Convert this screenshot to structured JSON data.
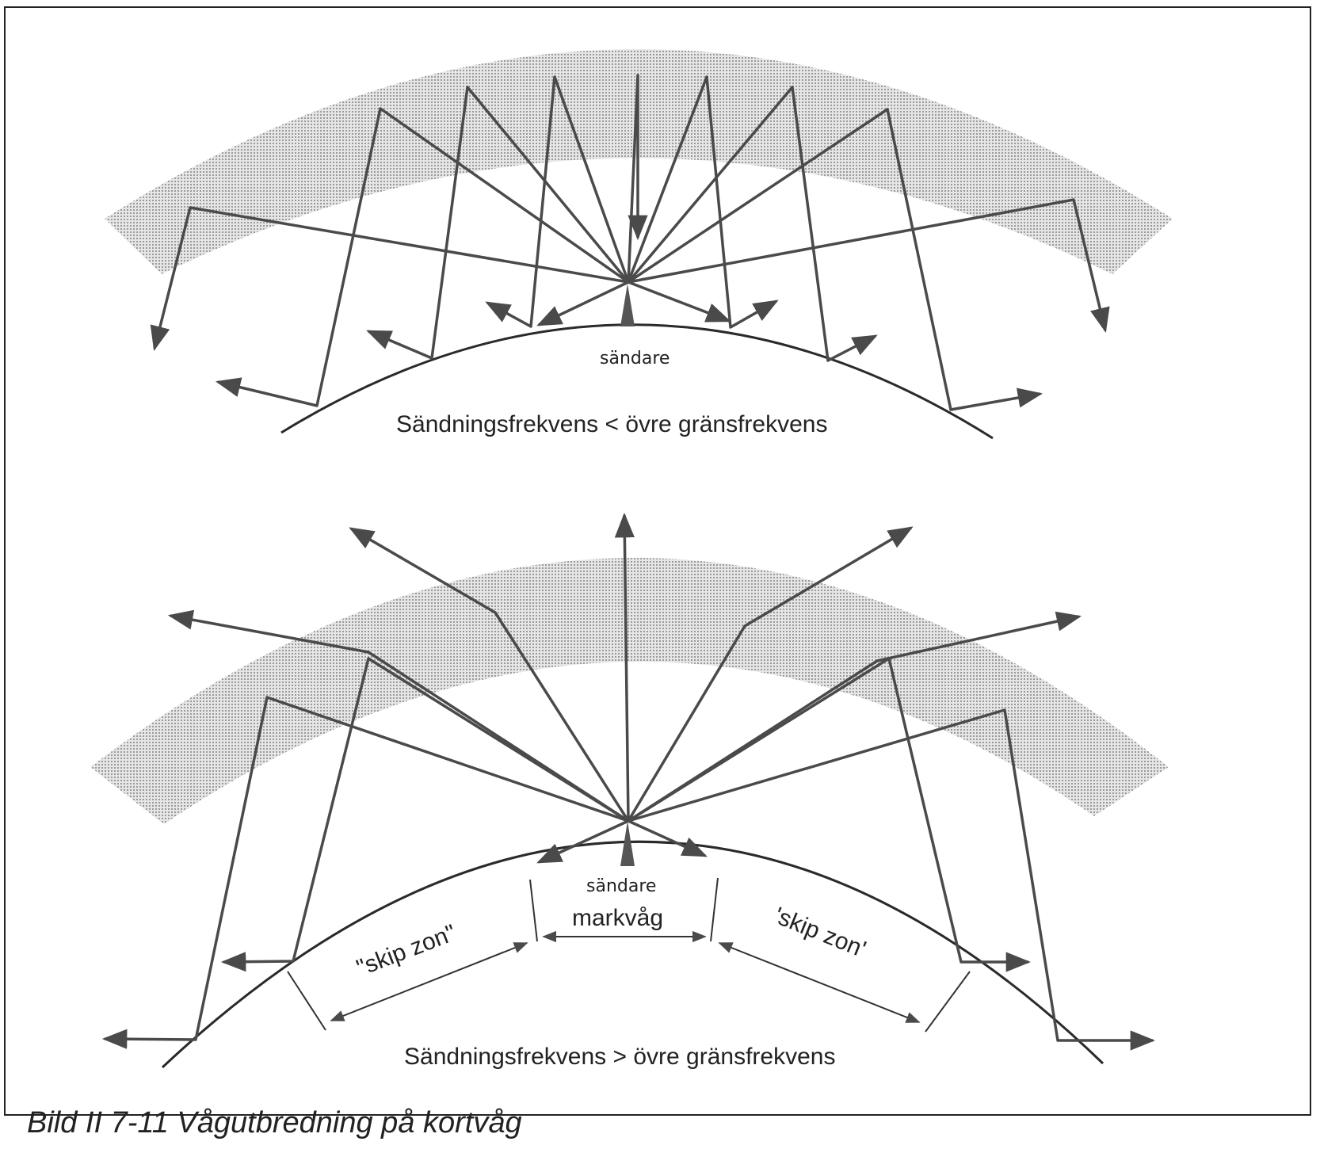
{
  "top_panel": {
    "transmitter_label": "sändare",
    "condition": "Sändningsfrekvens < övre gränsfrekvens"
  },
  "bottom_panel": {
    "transmitter_label": "sändare",
    "ground_wave_label": "markvåg",
    "skip_zone_left": "\"skip zon\"",
    "skip_zone_right": "'skip zon'",
    "condition": "Sändningsfrekvens > övre gränsfrekvens"
  },
  "caption": "Bild II 7-11  Vågutbredning på kortvåg",
  "colors": {
    "ray": "#4a4a4a",
    "ionosphere": "#c8c8c8",
    "ground": "#2a2a2a"
  }
}
